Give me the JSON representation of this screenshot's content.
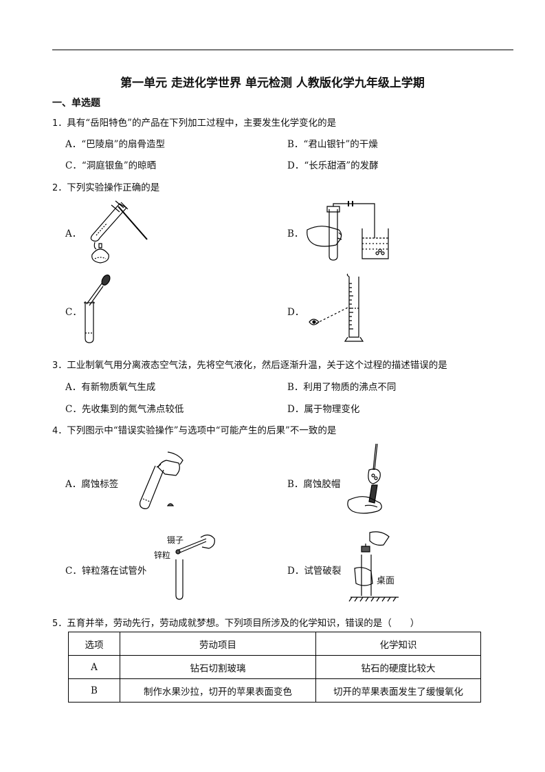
{
  "doc": {
    "title": "第一单元 走进化学世界 单元检测 人教版化学九年级上学期",
    "section": "一、单选题"
  },
  "questions": [
    {
      "num": "1．",
      "text": "具有“岳阳特色”的产品在下列加工过程中，主要发生化学变化的是",
      "options": [
        "A．“巴陵扇”的扇骨造型",
        "B．“君山银针”的干燥",
        "C．“洞庭银鱼”的晾晒",
        "D．“长乐甜酒”的发酵"
      ]
    },
    {
      "num": "2．",
      "text": "下列实验操作正确的是",
      "options": [
        "A．",
        "B．",
        "C．",
        "D．"
      ]
    },
    {
      "num": "3．",
      "text": "工业制氧气用分离液态空气法，先将空气液化，然后逐渐升温，关于这个过程的描述错误的是",
      "options": [
        "A．有新物质氧气生成",
        "B．利用了物质的沸点不同",
        "C．先收集到的氮气沸点较低",
        "D．属于物理变化"
      ]
    },
    {
      "num": "4．",
      "text": "下列图示中“错误实验操作”与选项中“可能产生的后果”不一致的是",
      "options": [
        "A．腐蚀标签",
        "B．腐蚀胶帽",
        "C．锌粒落在试管外",
        "D．试管破裂"
      ],
      "figure_labels": {
        "tweezers": "镊子",
        "zinc": "锌粒",
        "table": "桌面"
      }
    },
    {
      "num": "5．",
      "text": "五育并举，劳动先行，劳动成就梦想。下列项目所涉及的化学知识，错误的是（　　）"
    }
  ],
  "table": {
    "headers": [
      "选项",
      "劳动项目",
      "化学知识"
    ],
    "rows": [
      [
        "A",
        "钻石切割玻璃",
        "钻石的硬度比较大"
      ],
      [
        "B",
        "制作水果沙拉，切开的苹果表面变色",
        "切开的苹果表面发生了缓慢氧化"
      ]
    ]
  }
}
